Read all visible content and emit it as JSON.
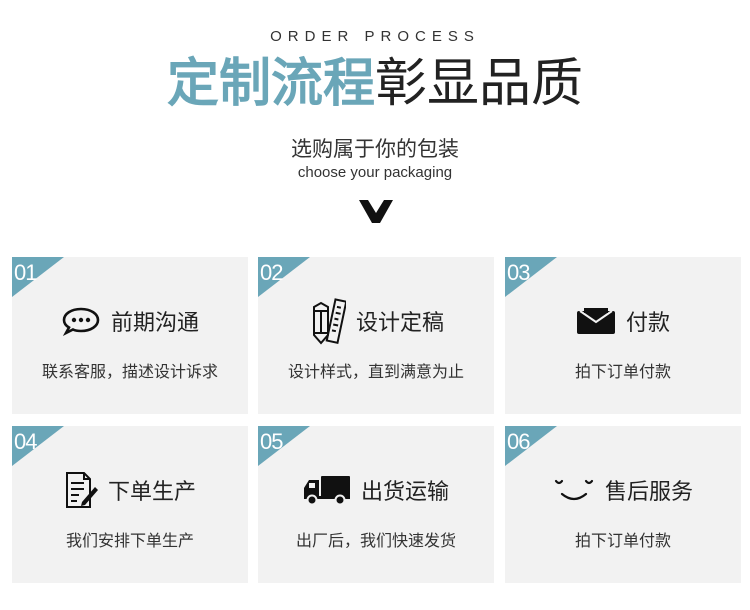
{
  "header": {
    "eyebrow": "ORDER PROCESS",
    "title_accent": "定制流程",
    "title_rest": "彰显品质",
    "subtitle_cn": "选购属于你的包装",
    "subtitle_en": "choose your packaging"
  },
  "colors": {
    "accent": "#6aa6b8",
    "card_bg": "#f2f2f2",
    "text": "#222222"
  },
  "steps": [
    {
      "num": "01",
      "title": "前期沟通",
      "desc": "联系客服，描述设计诉求",
      "icon": "chat-bubble-icon"
    },
    {
      "num": "02",
      "title": "设计定稿",
      "desc": "设计样式，直到满意为止",
      "icon": "pencil-ruler-icon"
    },
    {
      "num": "03",
      "title": "付款",
      "desc": "拍下订单付款",
      "icon": "wallet-icon"
    },
    {
      "num": "04",
      "title": "下单生产",
      "desc": "我们安排下单生产",
      "icon": "document-edit-icon"
    },
    {
      "num": "05",
      "title": "出货运输",
      "desc": "出厂后，我们快速发货",
      "icon": "truck-icon"
    },
    {
      "num": "06",
      "title": "售后服务",
      "desc": "拍下订单付款",
      "icon": "smile-icon"
    }
  ]
}
